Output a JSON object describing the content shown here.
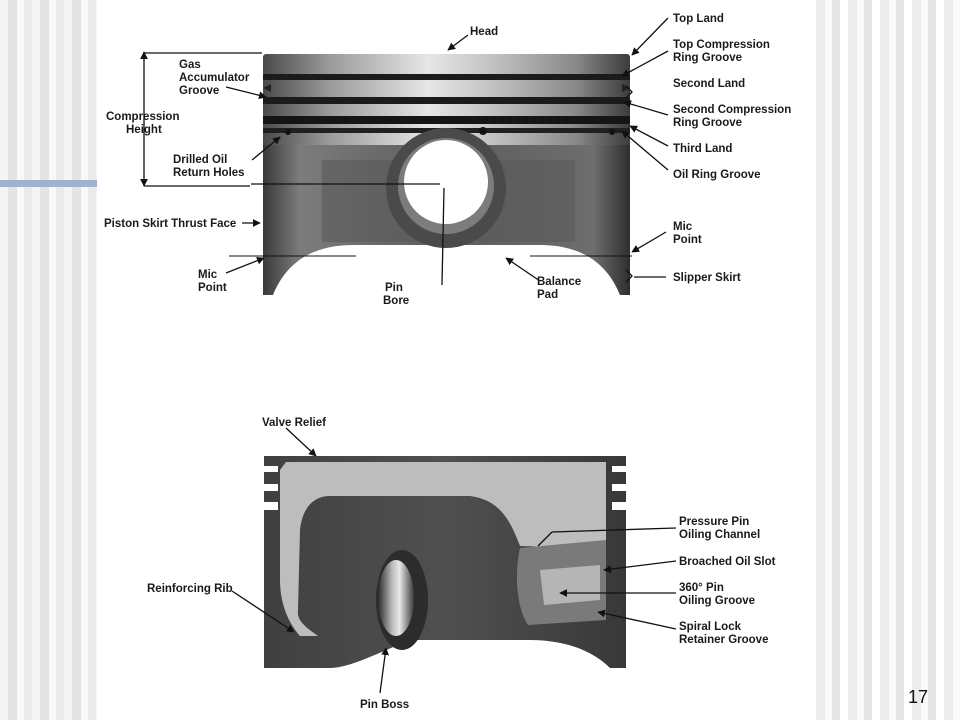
{
  "slide": {
    "number": "17"
  },
  "top_diagram": {
    "labels": {
      "head": "Head",
      "top_land": "Top Land",
      "top_compression_ring_groove_1": "Top Compression",
      "top_compression_ring_groove_2": "Ring Groove",
      "second_land": "Second Land",
      "second_compression_ring_groove_1": "Second Compression",
      "second_compression_ring_groove_2": "Ring Groove",
      "third_land": "Third Land",
      "oil_ring_groove": "Oil Ring Groove",
      "gas_accumulator_groove_1": "Gas",
      "gas_accumulator_groove_2": "Accumulator",
      "gas_accumulator_groove_3": "Groove",
      "compression_height_1": "Compression",
      "compression_height_2": "Height",
      "drilled_oil_return_holes_1": "Drilled Oil",
      "drilled_oil_return_holes_2": "Return Holes",
      "piston_skirt_thrust_face": "Piston Skirt Thrust Face",
      "mic_point_right_1": "Mic",
      "mic_point_right_2": "Point",
      "mic_point_left_1": "Mic",
      "mic_point_left_2": "Point",
      "slipper_skirt": "Slipper Skirt",
      "pin_bore_1": "Pin",
      "pin_bore_2": "Bore",
      "balance_pad_1": "Balance",
      "balance_pad_2": "Pad"
    }
  },
  "bottom_diagram": {
    "labels": {
      "valve_relief": "Valve Relief",
      "reinforcing_rib": "Reinforcing Rib",
      "pin_boss": "Pin Boss",
      "pressure_pin_oiling_channel_1": "Pressure Pin",
      "pressure_pin_oiling_channel_2": "Oiling Channel",
      "broached_oil_slot": "Broached Oil Slot",
      "pin_oiling_groove_1": "360° Pin",
      "pin_oiling_groove_2": "Oiling Groove",
      "spiral_lock_retainer_groove_1": "Spiral Lock",
      "spiral_lock_retainer_groove_2": "Retainer Groove"
    }
  }
}
